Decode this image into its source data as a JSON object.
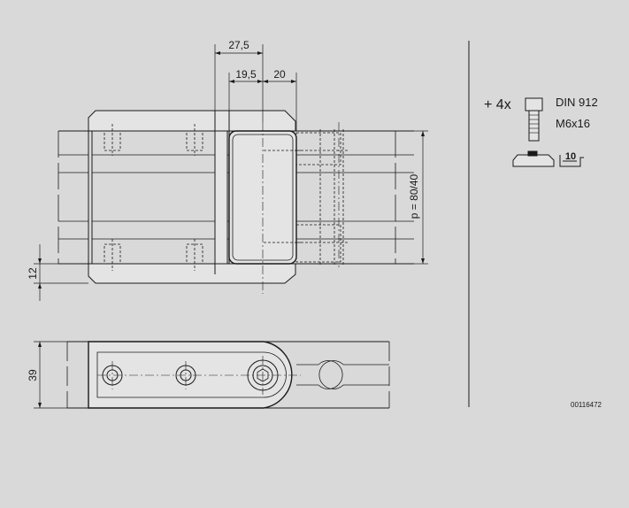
{
  "dimensions": {
    "d_27_5": "27,5",
    "d_19_5": "19,5",
    "d_20": "20",
    "d_12": "12",
    "d_39": "39",
    "pitch": "p = 80/40"
  },
  "parts": {
    "quantity": "+ 4x",
    "screw_standard": "DIN 912",
    "screw_size": "M6x16",
    "nut_size": "10"
  },
  "drawing_number": "00116472",
  "colors": {
    "background": "#d9d9d9",
    "line": "#1a1a1a",
    "part_fill": "#e4e4e4"
  }
}
